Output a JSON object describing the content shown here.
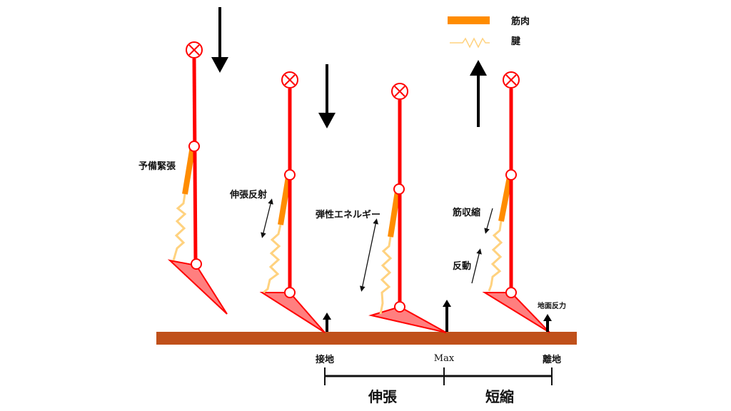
{
  "legend": {
    "muscle": "筋肉",
    "tendon": "腱"
  },
  "labels": {
    "preactivation": "予備緊張",
    "stretch_reflex": "伸張反射",
    "elastic_energy": "弾性エネルギー",
    "muscle_contraction": "筋収縮",
    "recoil": "反動",
    "ground_reaction_force": "地面反力"
  },
  "timeline": {
    "contact": "接地",
    "max": "Max",
    "takeoff": "離地",
    "stretch_phase": "伸張",
    "shortening_phase": "短縮"
  },
  "colors": {
    "leg": "#FF0000",
    "muscle": "#FF8C00",
    "tendon": "#FFD27F",
    "foot": "#FF7F7F",
    "ground": "#C0501A"
  }
}
